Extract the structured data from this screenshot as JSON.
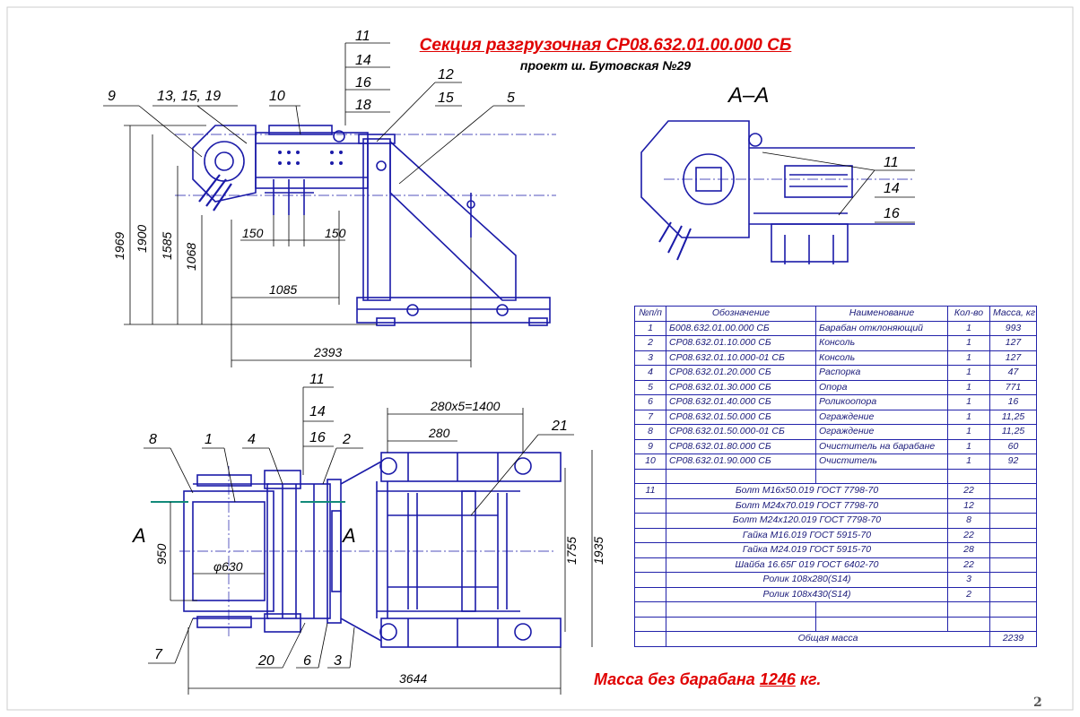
{
  "title": "Секция разгрузочная СР08.632.01.00.000 СБ",
  "subtitle": "проект ш. Бутовская №29",
  "mass_note_prefix": "Масса без барабана",
  "mass_note_value": "1246",
  "mass_note_suffix": "кг.",
  "page_number": "2",
  "section_label": "А–А",
  "colors": {
    "drawing": "#1a1aa8",
    "dim": "#000000",
    "accent": "#e00000",
    "teal": "#138a7a"
  },
  "top_view_labels": {
    "leader_stack": [
      "11",
      "14",
      "16",
      "18"
    ],
    "l9": "9",
    "l13": "13, 15, 19",
    "l10": "10",
    "l12": "12",
    "l15": "15",
    "l5": "5"
  },
  "top_view_dims": {
    "d1969": "1969",
    "d1900": "1900",
    "d1585": "1585",
    "d1068": "1068",
    "d150a": "150",
    "d150b": "150",
    "d1085": "1085",
    "d2393": "2393"
  },
  "section_labels": [
    "11",
    "14",
    "16"
  ],
  "plan_view_labels": {
    "l11": "11",
    "l14": "14",
    "l16": "16",
    "l8": "8",
    "l1": "1",
    "l4": "4",
    "l2": "2",
    "l21": "21",
    "l7": "7",
    "l20": "20",
    "l6": "6",
    "l3": "3",
    "A1": "А",
    "A2": "А"
  },
  "plan_view_dims": {
    "d280x5": "280x5=1400",
    "d280": "280",
    "d950": "950",
    "d630": "φ630",
    "d1755": "1755",
    "d1935": "1935",
    "d3644": "3644"
  },
  "table": {
    "headers": [
      "№п/п",
      "Обозначение",
      "Наименование",
      "Кол-во",
      "Масса, кг"
    ],
    "rows": [
      [
        "1",
        "Б008.632.01.00.000 СБ",
        "Барабан отклоняющий",
        "1",
        "993"
      ],
      [
        "2",
        "СР08.632.01.10.000 СБ",
        "Консоль",
        "1",
        "127"
      ],
      [
        "3",
        "СР08.632.01.10.000-01 СБ",
        "Консоль",
        "1",
        "127"
      ],
      [
        "4",
        "СР08.632.01.20.000 СБ",
        "Распорка",
        "1",
        "47"
      ],
      [
        "5",
        "СР08.632.01.30.000 СБ",
        "Опора",
        "1",
        "771"
      ],
      [
        "6",
        "СР08.632.01.40.000 СБ",
        "Роликоопора",
        "1",
        "16"
      ],
      [
        "7",
        "СР08.632.01.50.000 СБ",
        "Ограждение",
        "1",
        "11,25"
      ],
      [
        "8",
        "СР08.632.01.50.000-01 СБ",
        "Ограждение",
        "1",
        "11,25"
      ],
      [
        "9",
        "СР08.632.01.80.000 СБ",
        "Очиститель на барабане",
        "1",
        "60"
      ],
      [
        "10",
        "СР08.632.01.90.000 СБ",
        "Очиститель",
        "1",
        "92"
      ]
    ],
    "fasteners_index": "11",
    "fasteners": [
      [
        "Болт М16х50.019 ГОСТ 7798-70",
        "22"
      ],
      [
        "Болт М24х70.019 ГОСТ 7798-70",
        "12"
      ],
      [
        "Болт М24х120.019 ГОСТ 7798-70",
        "8"
      ],
      [
        "Гайка М16.019 ГОСТ 5915-70",
        "22"
      ],
      [
        "Гайка М24.019 ГОСТ 5915-70",
        "28"
      ],
      [
        "Шайба 16.65Г 019 ГОСТ 6402-70",
        "22"
      ],
      [
        "Ролик 108х280(S14)",
        "3"
      ],
      [
        "Ролик 108х430(S14)",
        "2"
      ]
    ],
    "total_label": "Общая масса",
    "total_value": "2239"
  }
}
